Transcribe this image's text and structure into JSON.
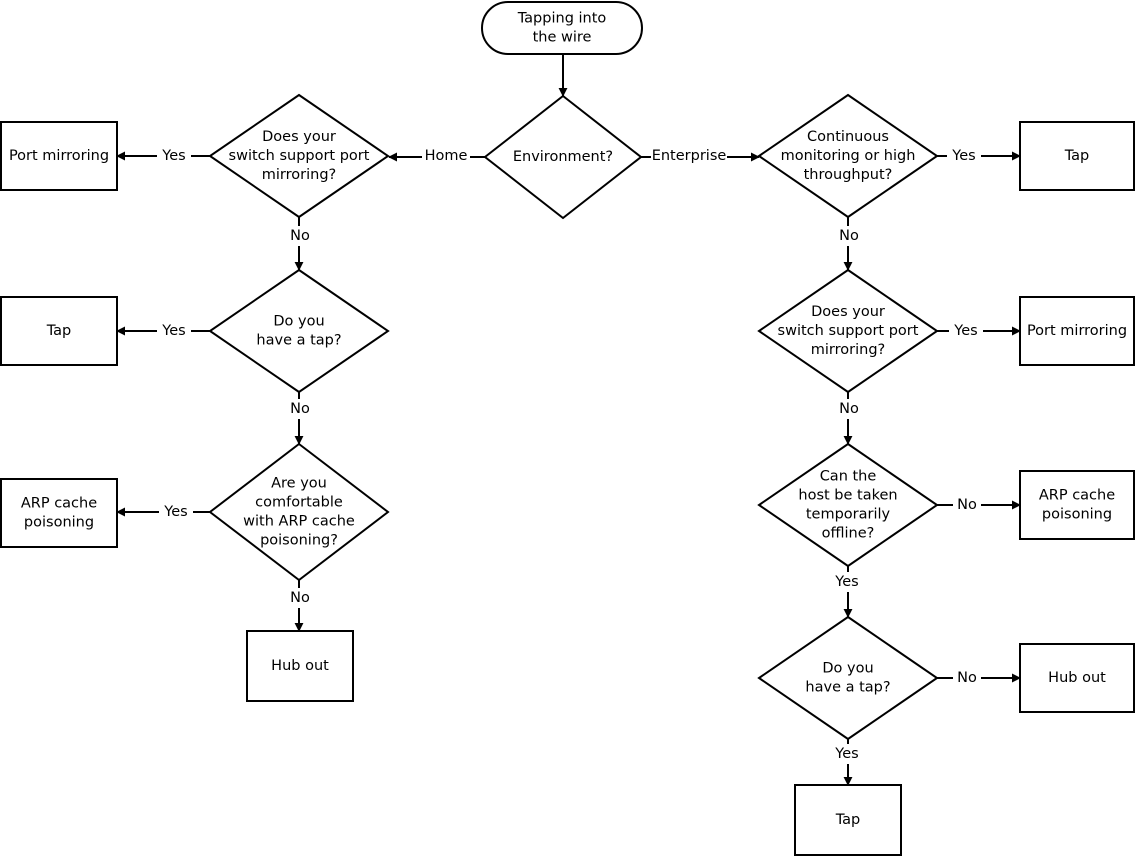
{
  "start": {
    "lines": [
      "Tapping into",
      "the wire"
    ]
  },
  "environment": {
    "question": [
      "Environment?"
    ],
    "home_label": "Home",
    "enterprise_label": "Enterprise"
  },
  "home": {
    "q_port_mirroring": [
      "Does your",
      "switch support port",
      "mirroring?"
    ],
    "r_port_mirroring": [
      "Port mirroring"
    ],
    "q_tap": [
      "Do you",
      "have a tap?"
    ],
    "r_tap": [
      "Tap"
    ],
    "q_arp": [
      "Are you",
      "comfortable",
      "with ARP cache",
      "poisoning?"
    ],
    "r_arp": [
      "ARP cache",
      "poisoning"
    ],
    "r_hub": [
      "Hub out"
    ]
  },
  "enterprise": {
    "q_continuous": [
      "Continuous",
      "monitoring or high",
      "throughput?"
    ],
    "r_tap": [
      "Tap"
    ],
    "q_port_mirroring": [
      "Does your",
      "switch support port",
      "mirroring?"
    ],
    "r_port_mirroring": [
      "Port mirroring"
    ],
    "q_offline": [
      "Can the",
      "host be taken",
      "temporarily",
      "offline?"
    ],
    "r_arp": [
      "ARP cache",
      "poisoning"
    ],
    "q_tap": [
      "Do you",
      "have a tap?"
    ],
    "r_hub": [
      "Hub out"
    ],
    "r_tap_final": [
      "Tap"
    ]
  },
  "edge_labels": {
    "yes": "Yes",
    "no": "No"
  }
}
